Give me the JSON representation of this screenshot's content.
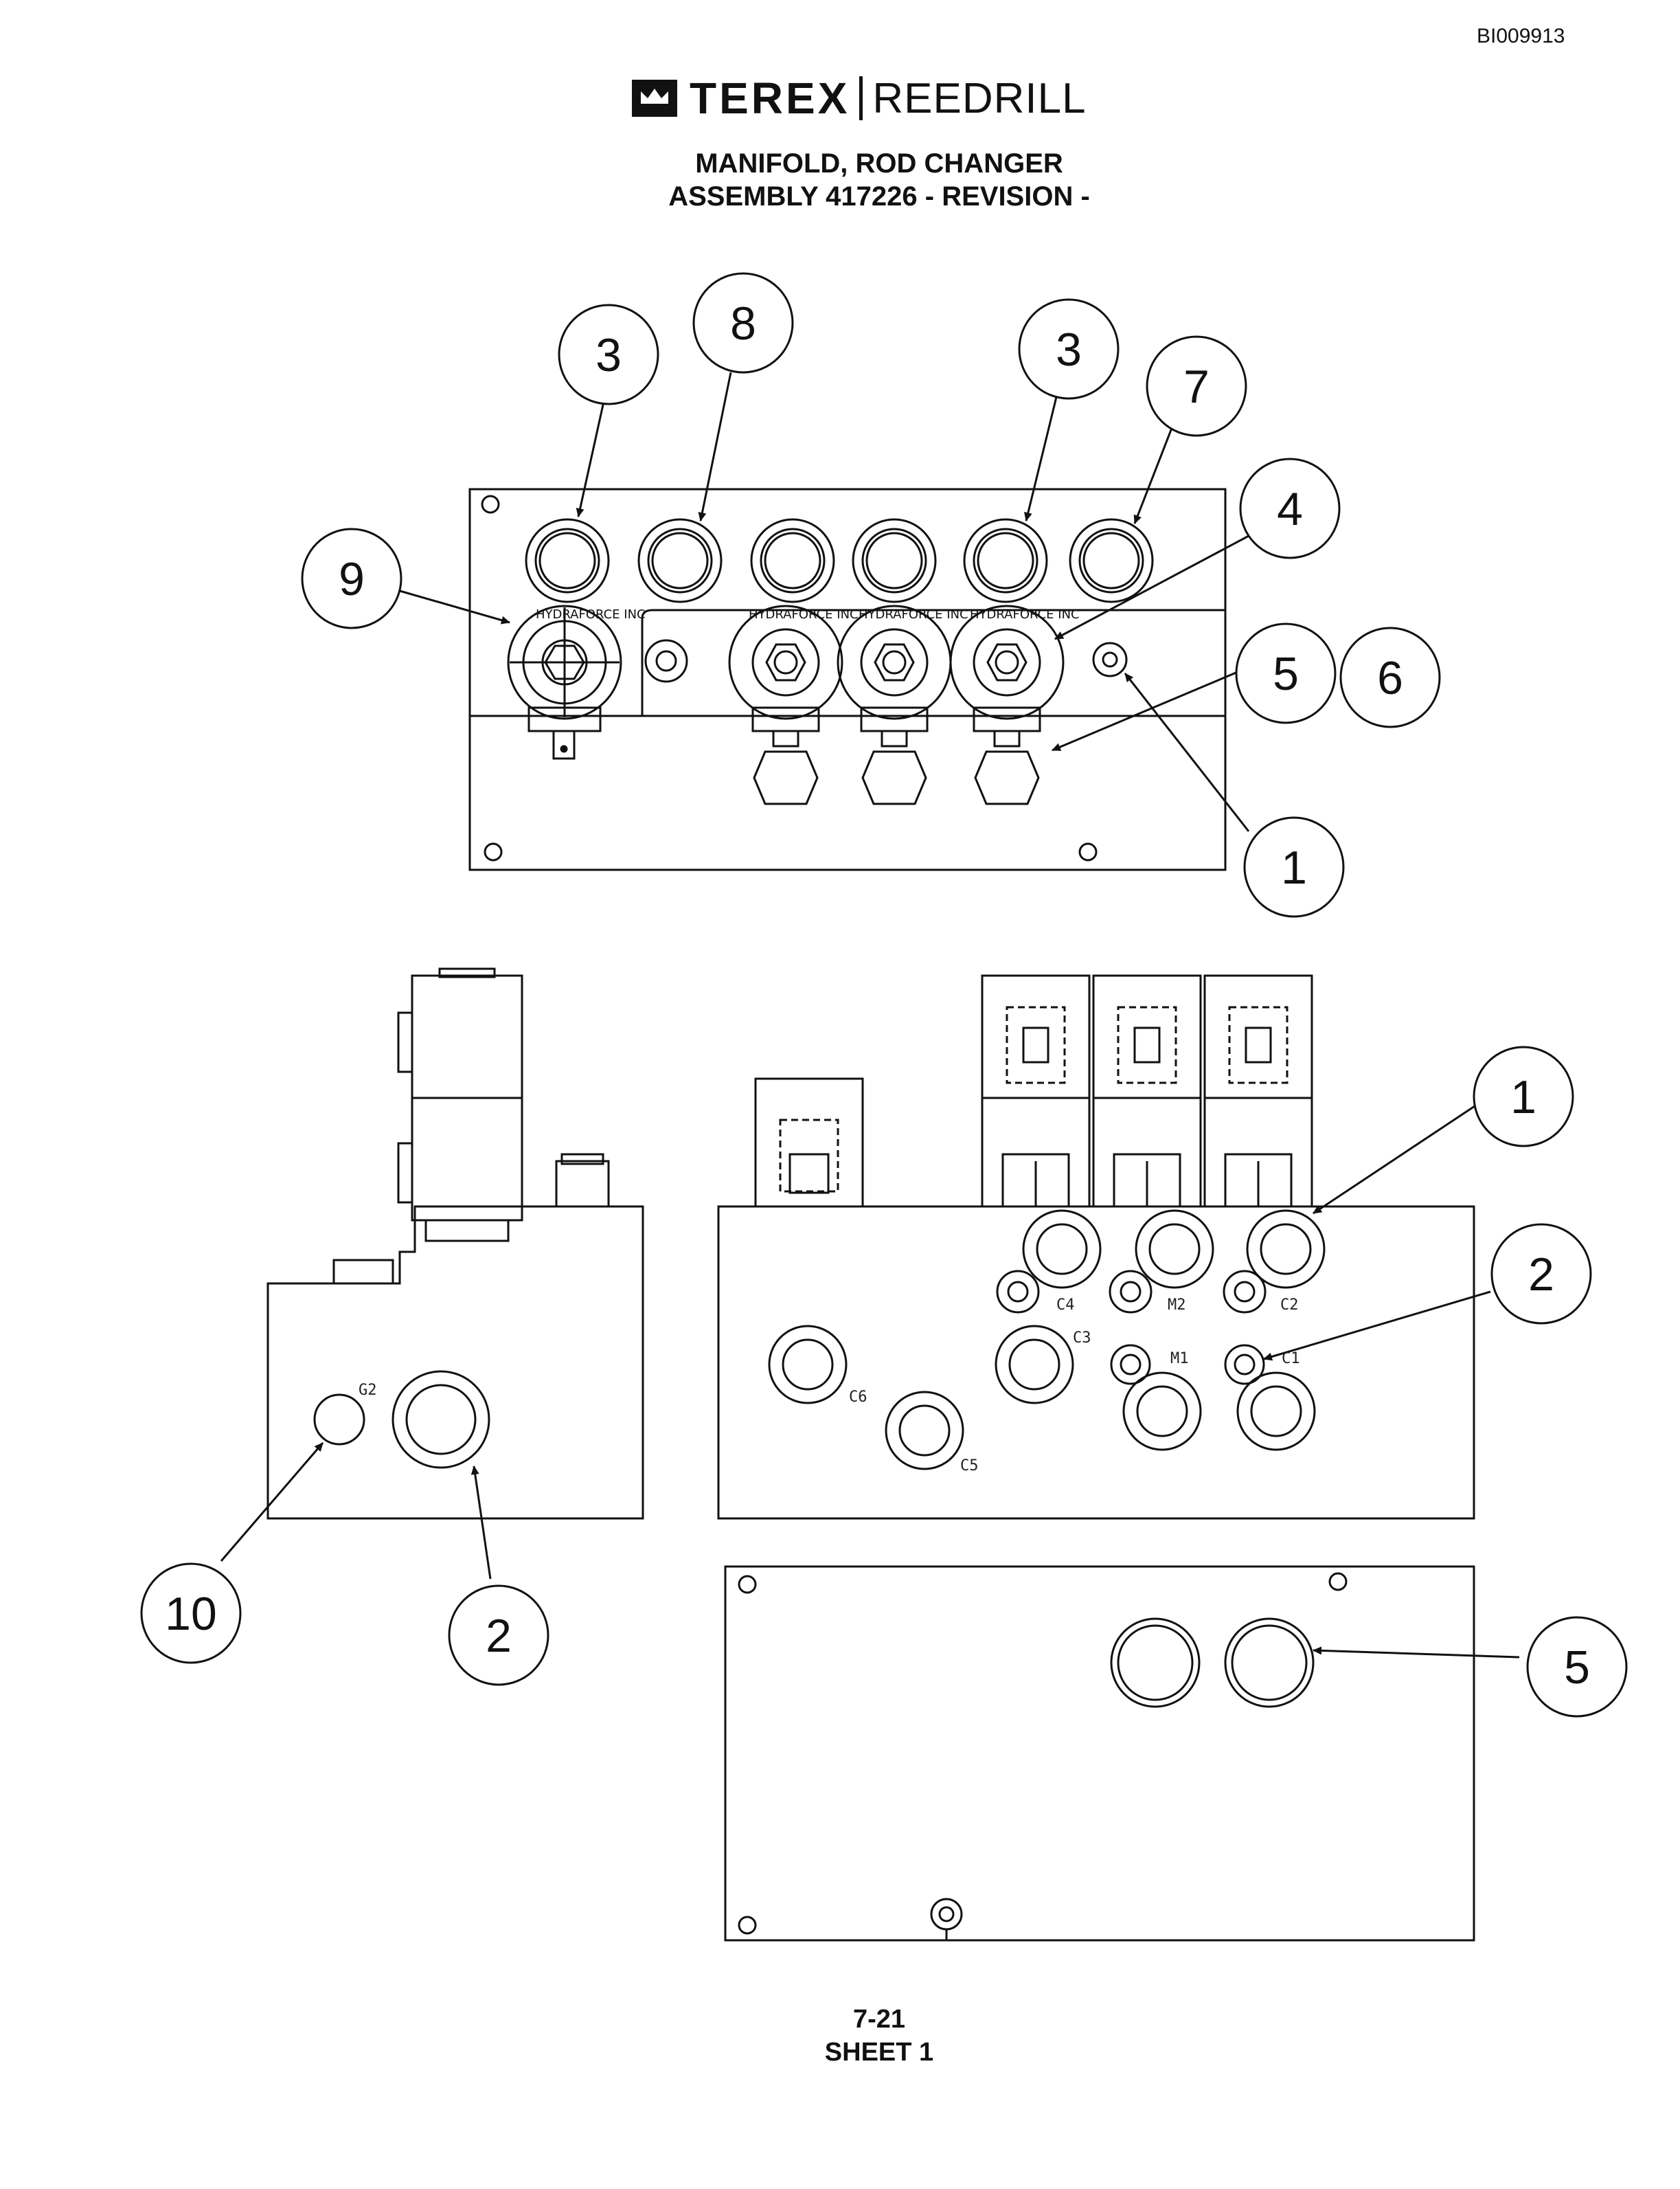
{
  "document_id": "BI009913",
  "logo": {
    "brand": "TEREX",
    "sub": "REEDRILL",
    "icon": "terex-crown-icon"
  },
  "title_line1": "MANIFOLD, ROD CHANGER",
  "title_line2": "ASSEMBLY 417226 - REVISION -",
  "footer": {
    "page": "7-21",
    "sheet": "SHEET 1"
  },
  "valve_text": "HYDRAFORCE INC",
  "ports": {
    "c4": "C4",
    "m2": "M2",
    "c2": "C2",
    "c3": "C3",
    "m1": "M1",
    "c1": "C1",
    "c6": "C6",
    "c5": "C5",
    "g2": "G2"
  },
  "callouts": {
    "top_3a": "3",
    "top_8": "8",
    "top_3b": "3",
    "top_7": "7",
    "top_4": "4",
    "top_9": "9",
    "top_5": "5",
    "top_6": "6",
    "top_1": "1",
    "front_1": "1",
    "front_2": "2",
    "side_10": "10",
    "side_2": "2",
    "bottom_5": "5"
  }
}
